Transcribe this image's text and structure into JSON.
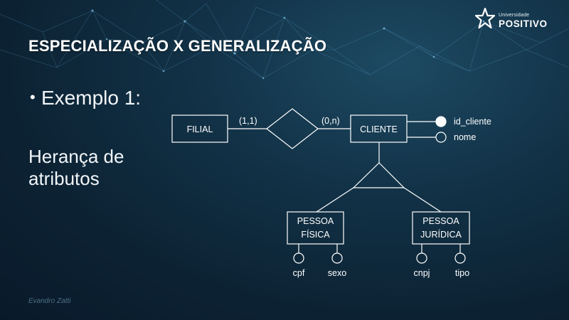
{
  "logo": {
    "small": "Universidade",
    "big": "POSITIVO"
  },
  "slide": {
    "title": "ESPECIALIZAÇÃO X GENERALIZAÇÃO",
    "bullet": "Exemplo 1:",
    "subtitle_line1": "Herança de",
    "subtitle_line2": "atributos",
    "author": "Evandro Zatti"
  },
  "diagram": {
    "entity_filial": "FILIAL",
    "entity_cliente": "CLIENTE",
    "card_left": "(1,1)",
    "card_right": "(0,n)",
    "attr_id_cliente": "id_cliente",
    "attr_nome": "nome",
    "entity_pf_line1": "PESSOA",
    "entity_pf_line2": "FÍSICA",
    "entity_pj_line1": "PESSOA",
    "entity_pj_line2": "JURÍDICA",
    "attr_cpf": "cpf",
    "attr_sexo": "sexo",
    "attr_cnpj": "cnpj",
    "attr_tipo": "tipo"
  },
  "colors": {
    "background": "#0c2233",
    "lines": "#ffffff",
    "author": "#4d6f86"
  }
}
